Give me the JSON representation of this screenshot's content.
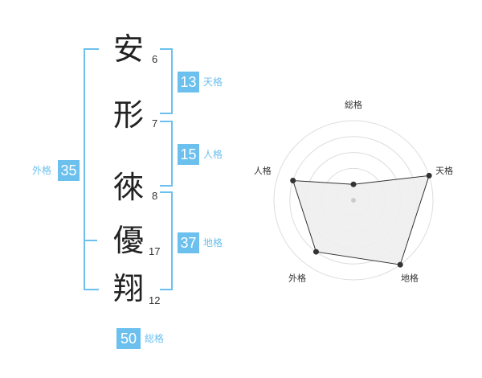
{
  "name": {
    "characters": [
      {
        "char": "安",
        "strokes": "6"
      },
      {
        "char": "形",
        "strokes": "7"
      },
      {
        "char": "徠",
        "strokes": "8"
      },
      {
        "char": "優",
        "strokes": "17"
      },
      {
        "char": "翔",
        "strokes": "12"
      }
    ]
  },
  "fortune": {
    "tenkaku": {
      "value": "13",
      "label": "天格"
    },
    "jinkaku": {
      "value": "15",
      "label": "人格"
    },
    "chikaku": {
      "value": "37",
      "label": "地格"
    },
    "gaikaku": {
      "value": "35",
      "label": "外格"
    },
    "soukaku": {
      "value": "50",
      "label": "総格"
    }
  },
  "colors": {
    "accent": "#6cc0ee",
    "text": "#222222",
    "radar_fill": "#eeeeee",
    "radar_line": "#333333"
  },
  "chart_data": {
    "type": "radar",
    "axes": [
      "総格",
      "天格",
      "地格",
      "外格",
      "人格"
    ],
    "values": [
      1,
      5,
      5,
      4,
      4
    ],
    "range": [
      0,
      5
    ],
    "rings": 5
  }
}
